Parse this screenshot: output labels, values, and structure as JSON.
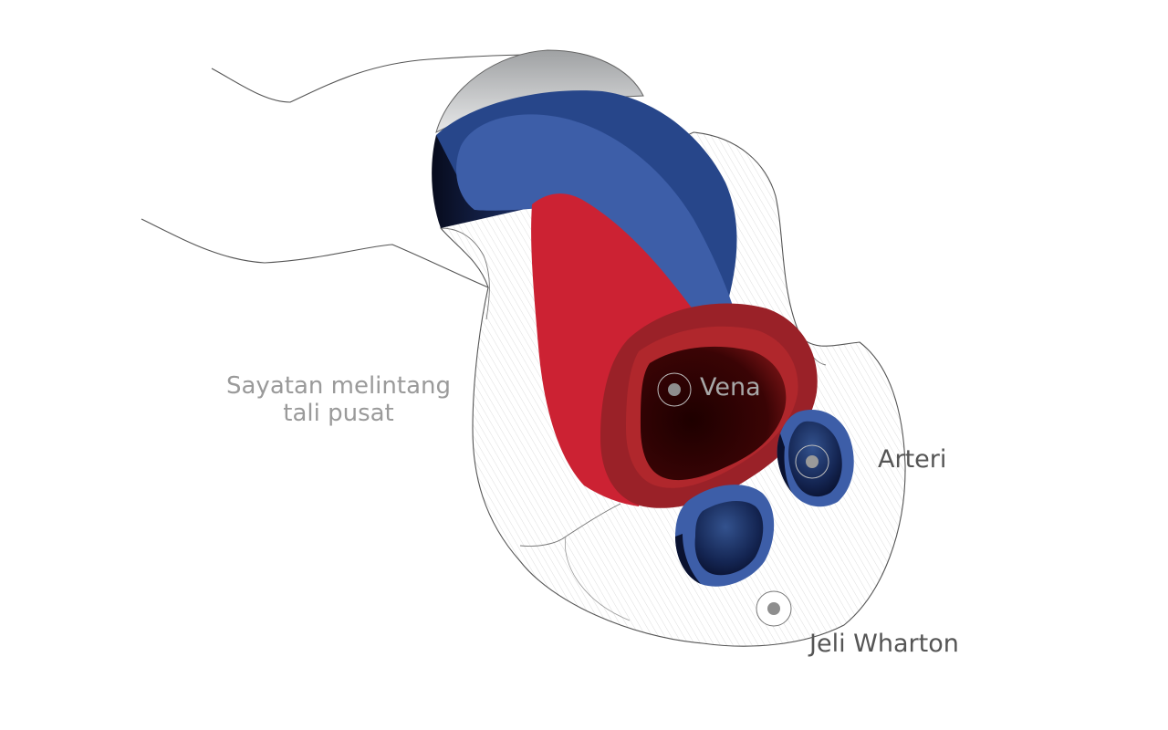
{
  "diagram": {
    "cross_section_label_line1": "Sayatan melintang",
    "cross_section_label_line2": "tali pusat",
    "vein_label": "Vena",
    "artery_label": "Arteri",
    "wharton_label": "Jeli Wharton"
  },
  "colors": {
    "vein_red": "#cc2233",
    "vein_rim": "#9a2128",
    "vein_lumen_dark": "#1e0000",
    "artery_blue_dark": "#27468a",
    "artery_blue_light": "#3d5ea8",
    "artery_lumen_dark": "#0a1230",
    "outline": "#555555",
    "hatch": "#d6d6d6",
    "sheath_gray": "#c5c7c9",
    "marker_gray": "#8e8e8e"
  }
}
